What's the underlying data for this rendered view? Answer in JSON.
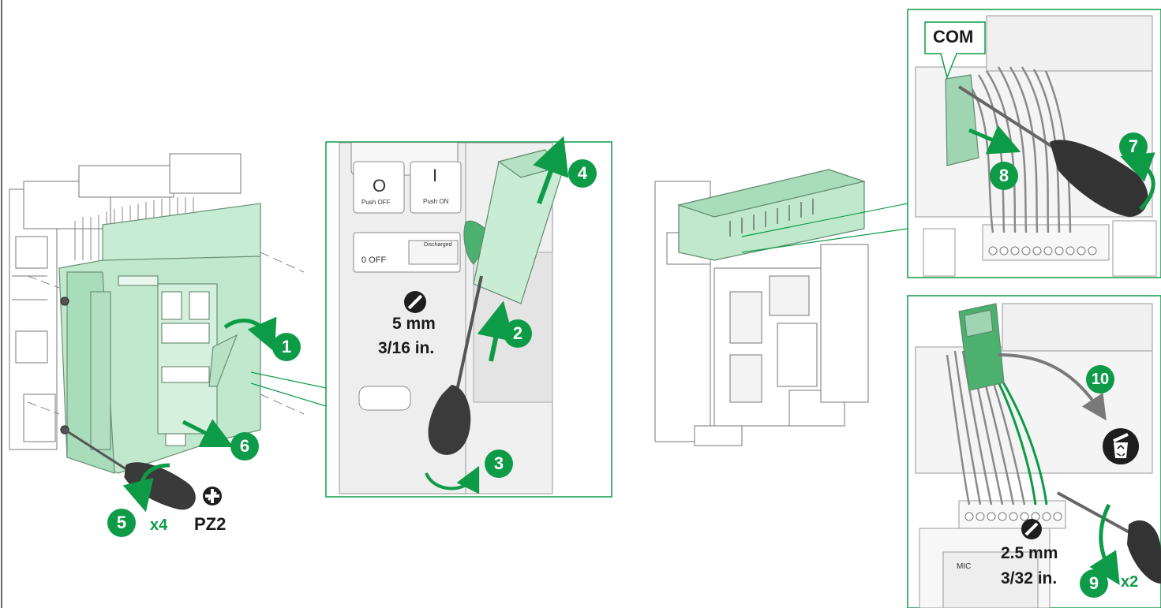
{
  "colors": {
    "accent_green": "#0e9b47",
    "pale_green": "#b9e6c8",
    "pale_green_dark": "#8ecfa6",
    "line_gray": "#6b6b6b",
    "dark": "#1e1e1e"
  },
  "left_panel": {
    "steps": [
      {
        "num": "1"
      },
      {
        "num": "5"
      },
      {
        "num": "6"
      }
    ],
    "count_label": "x4",
    "tool_icon": "pozidriv-bit-icon",
    "tool_label": "PZ2"
  },
  "detail_panel": {
    "steps": [
      {
        "num": "2"
      },
      {
        "num": "3"
      },
      {
        "num": "4"
      }
    ],
    "push_off_label": "Push OFF",
    "push_on_label": "Push ON",
    "off_symbol": "O",
    "on_symbol": "I",
    "off_indicator": "0 OFF",
    "discharged_label": "Discharged",
    "tool_icon": "flat-screwdriver-bit-icon",
    "tool_size_mm": "5 mm",
    "tool_size_in": "3/16 in."
  },
  "com_panel": {
    "callout_label": "COM",
    "steps": [
      {
        "num": "7"
      },
      {
        "num": "8"
      }
    ]
  },
  "bottom_right_panel": {
    "steps": [
      {
        "num": "9"
      },
      {
        "num": "10"
      }
    ],
    "count_label": "x2",
    "tool_icon": "flat-screwdriver-bit-icon",
    "tool_size_mm": "2.5 mm",
    "tool_size_in": "3/32 in.",
    "bin_icon": "recycle-bin-icon",
    "mic_label": "MIC"
  }
}
